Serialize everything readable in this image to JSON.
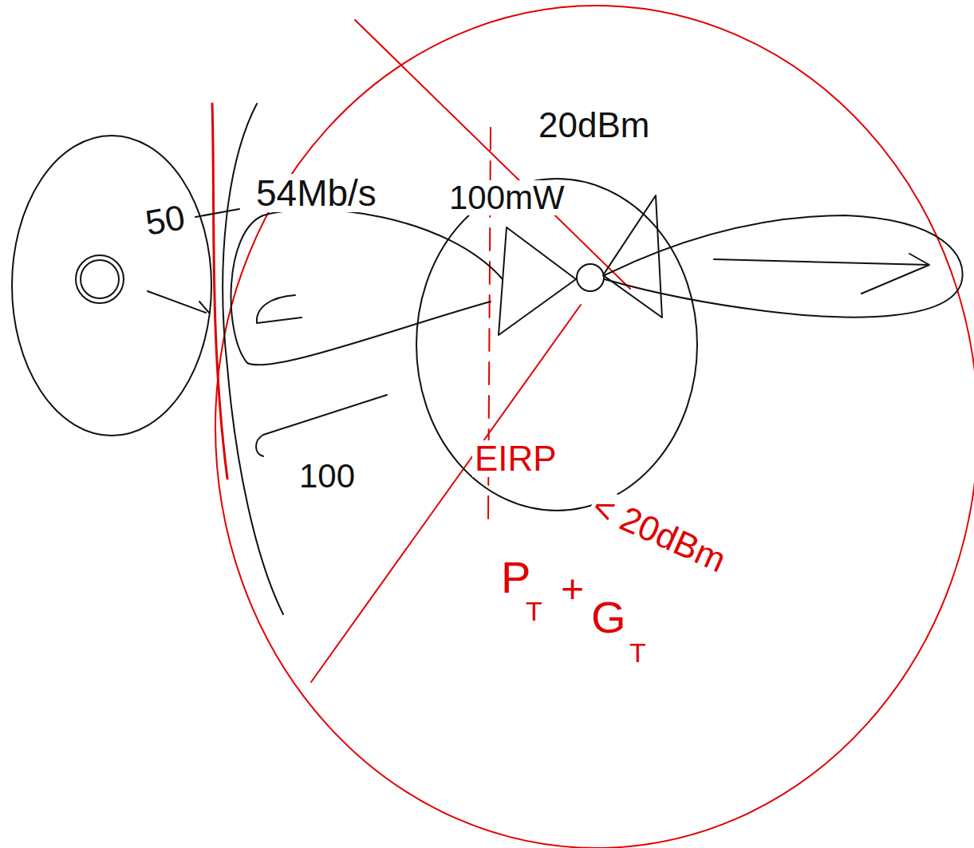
{
  "diagram": {
    "labels": [
      "50",
      "54Mb/s",
      "100mW",
      "20dBm",
      "100",
      "EIRP",
      "< 20dBm",
      "P",
      "T",
      "+",
      "G",
      "T"
    ]
  }
}
